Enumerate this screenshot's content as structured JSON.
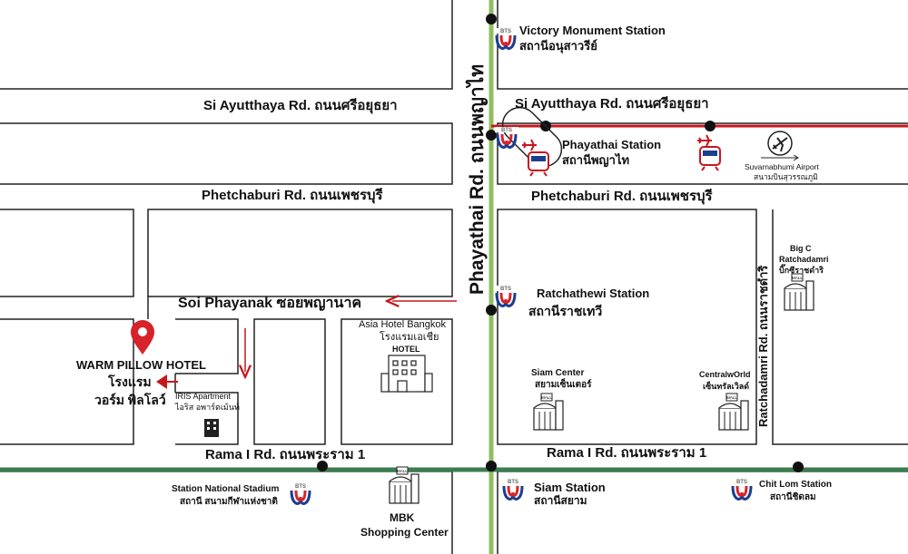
{
  "colors": {
    "bts_green": "#8fbf5f",
    "bts_dark_green": "#3b7d4f",
    "airport_link_red": "#c8161d",
    "road_outline": "#222222",
    "hotel_pin": "#d8232a"
  },
  "roads": {
    "si_ayutthaya_left": "Si Ayutthaya Rd. ถนนศรีอยุธยา",
    "si_ayutthaya_right": "Si Ayutthaya Rd. ถนนศรีอยุธยา",
    "phetchaburi_left": "Phetchaburi Rd. ถนนเพชรบุรี",
    "phetchaburi_right": "Phetchaburi Rd. ถนนเพชรบุรี",
    "phayathai": "Phayathai Rd. ถนนพญาไท",
    "soi_phayanak": "Soi Phayanak ซอยพญานาค",
    "rama1_left": "Rama I Rd. ถนนพระราม 1",
    "rama1_right": "Rama I Rd. ถนนพระราม 1",
    "ratchadamri": "Ratchadamri Rd. ถนนราชดำริ"
  },
  "stations": {
    "victory_en": "Victory Monument Station",
    "victory_th": "สถานีอนุสาวรีย์",
    "phayathai_en": "Phayathai Station",
    "phayathai_th": "สถานีพญาไท",
    "ratchathewi_en": "Ratchathewi Station",
    "ratchathewi_th": "สถานีราชเทวี",
    "siam_en": "Siam Station",
    "siam_th": "สถานีสยาม",
    "chitlom_en": "Chit Lom Station",
    "chitlom_th": "สถานีชิดลม",
    "national_stadium_en": "Station National Stadium",
    "national_stadium_th": "สถานี สนามกีฬาแห่งชาติ",
    "bts_badge": "BTS"
  },
  "places": {
    "hotel_en": "WARM PILLOW HOTEL",
    "hotel_th1": "โรงแรม",
    "hotel_th2": "วอร์ม พิลโลว์",
    "asia_en": "Asia Hotel Bangkok",
    "asia_th": "โรงแรมเอเชีย",
    "asia_sign": "HOTEL",
    "iris_en": "IRIS Apartment",
    "iris_th": "ไอริส อพาร์ตเม้นท์",
    "siam_center_en": "Siam Center",
    "siam_center_th": "สยามเซ็นเตอร์",
    "centralworld_en": "CentralwOrld",
    "centralworld_th": "เซ็นทรัลเวิลด์",
    "bigc_en1": "Big C",
    "bigc_en2": "Ratchadamri",
    "bigc_th": "บิ๊กซีราชดำริ",
    "mbk_en1": "MBK",
    "mbk_en2": "Shopping Center",
    "airport_en": "Suvarnabhumi Airport",
    "airport_th": "สนามบินสุวรรณภูมิ",
    "mall_sign": "MALL"
  }
}
